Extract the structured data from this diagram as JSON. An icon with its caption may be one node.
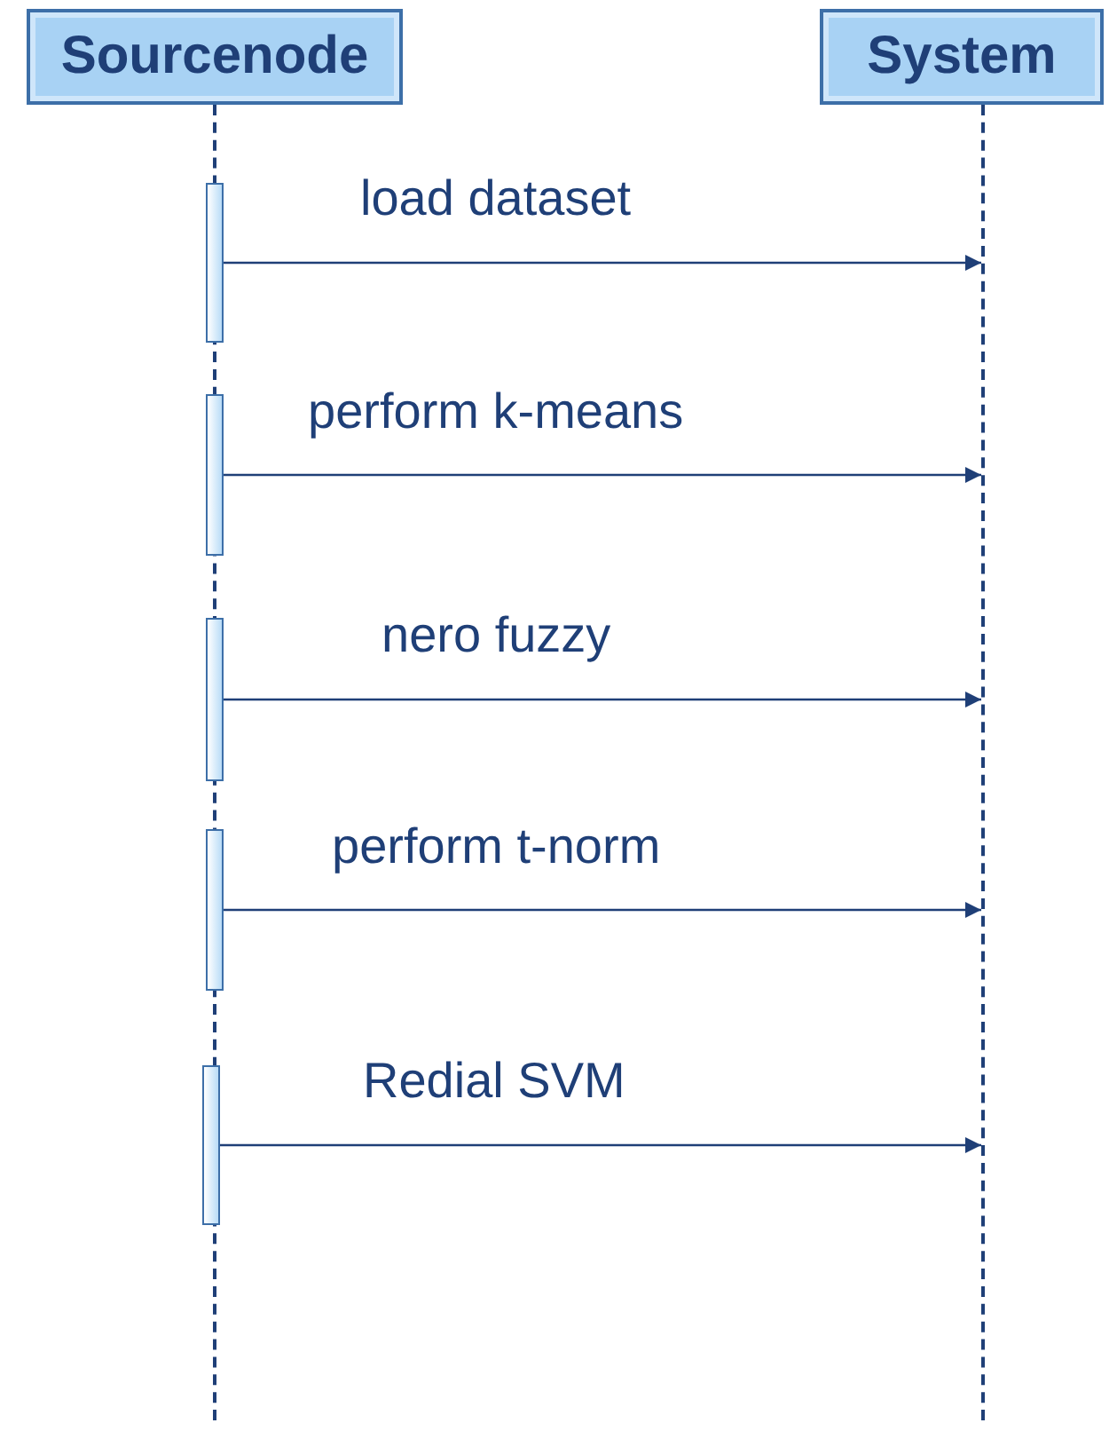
{
  "diagram": {
    "nodes": [
      {
        "text": [
          "Sourcenode"
        ]
      },
      {
        "text": [
          "System"
        ]
      },
      {
        "text": [],
        "shape": "lifeline"
      },
      {
        "text": [],
        "shape": "lifeline"
      },
      {
        "text": [],
        "shape": "bar"
      },
      {
        "text": [],
        "shape": "bar"
      },
      {
        "text": [],
        "shape": "bar"
      },
      {
        "text": [],
        "shape": "bar"
      },
      {
        "text": [],
        "shape": "bar"
      }
    ],
    "edges": [
      {
        "from": 4,
        "to": 3,
        "arrow": "to",
        "label": "load dataset"
      },
      {
        "from": 5,
        "to": 3,
        "arrow": "to",
        "label": "perform k-means"
      },
      {
        "from": 6,
        "to": 3,
        "arrow": "to",
        "label": "nero fuzzy"
      },
      {
        "from": 7,
        "to": 3,
        "arrow": "to",
        "label": "perform t-norm"
      },
      {
        "from": 8,
        "to": 3,
        "arrow": "to",
        "label": "Redial SVM"
      }
    ]
  }
}
